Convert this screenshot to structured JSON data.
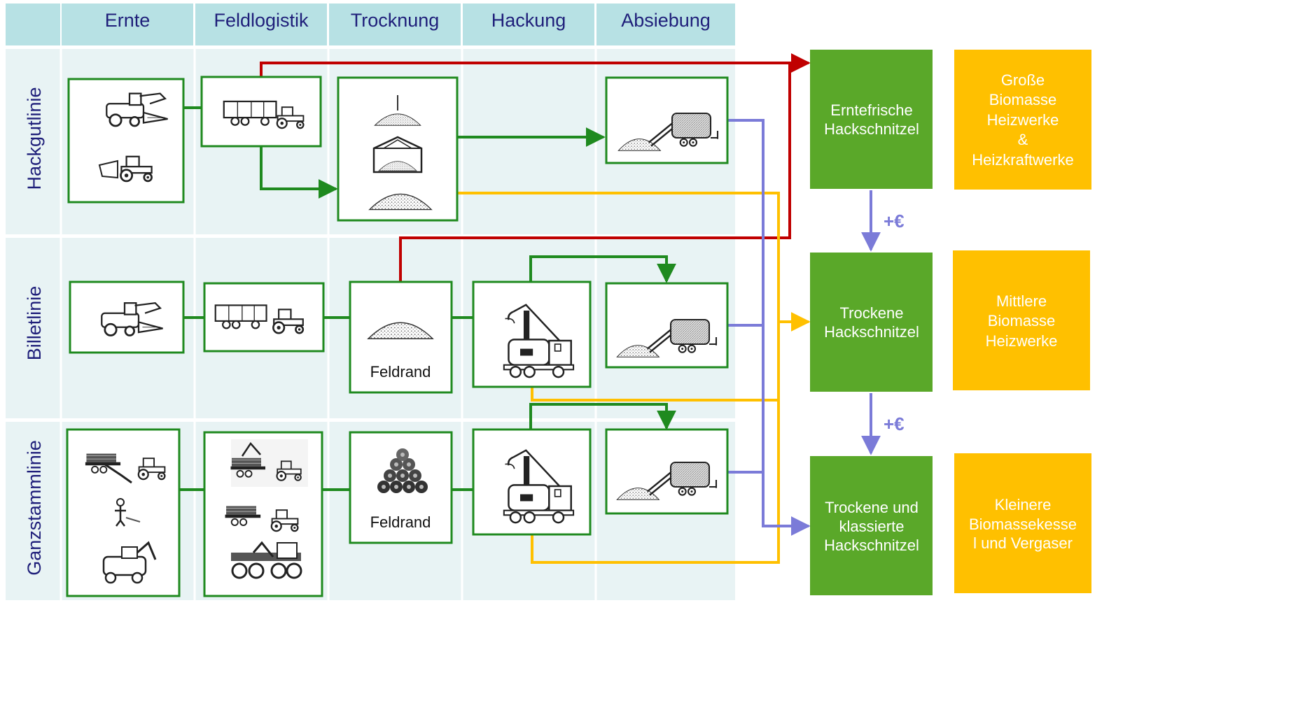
{
  "header": {
    "columns": [
      "Ernte",
      "Feldlogistik",
      "Trocknung",
      "Hackung",
      "Absiebung"
    ]
  },
  "rows": [
    "Hackgutlinie",
    "Billetlinie",
    "Ganzstammlinie"
  ],
  "products": [
    {
      "lines": [
        "Erntefrische",
        "Hackschnitzel"
      ]
    },
    {
      "lines": [
        "Trockene",
        "Hackschnitzel"
      ]
    },
    {
      "lines": [
        "Trockene und",
        "klassierte",
        "Hackschnitzel"
      ]
    }
  ],
  "users": [
    {
      "lines": [
        "Große",
        "Biomasse",
        "Heizwerke",
        "&",
        "Heizkraftwerke"
      ]
    },
    {
      "lines": [
        "Mittlere",
        "Biomasse",
        "Heizwerke"
      ]
    },
    {
      "lines": [
        "Kleinere",
        "Biomassekesse",
        "l und Vergaser"
      ]
    }
  ],
  "value_added_label": "+€",
  "feldrand_label": "Feldrand",
  "colors": {
    "header_bg": "#b7e1e4",
    "header_text": "#1f1f7a",
    "row_bg": "#e8f3f4",
    "product_green": "#5aa829",
    "user_orange": "#ffc000",
    "arrow_red": "#c00000",
    "arrow_green": "#1f8a1f",
    "arrow_yellow": "#ffc000",
    "arrow_blue": "#7b7bd8",
    "box_border": "#1f8a1f"
  },
  "icons": {
    "hack_ernte": [
      "forage-harvester-icon",
      "tractor-chipper-icon"
    ],
    "hack_logistik": "tractor-trailer-icon",
    "hack_trocknung": [
      "covered-pile-icon",
      "shed-pile-icon",
      "open-pile-icon"
    ],
    "hack_absiebung": "screening-machine-icon",
    "billet_ernte": "billet-harvester-icon",
    "billet_logistik": "tractor-trailer-icon",
    "billet_trocknung": "open-pile-icon",
    "billet_hackung": "chipper-truck-icon",
    "billet_absiebung": "screening-machine-icon",
    "stamm_ernte": [
      "feller-tractor-icon",
      "chainsaw-worker-icon",
      "harvester-machine-icon"
    ],
    "stamm_logistik": [
      "log-trailer-crane-icon",
      "log-trailer-tractor-icon",
      "forwarder-icon"
    ],
    "stamm_trocknung": "log-pile-icon",
    "stamm_hackung": "chipper-truck-icon",
    "stamm_absiebung": "screening-machine-icon"
  }
}
